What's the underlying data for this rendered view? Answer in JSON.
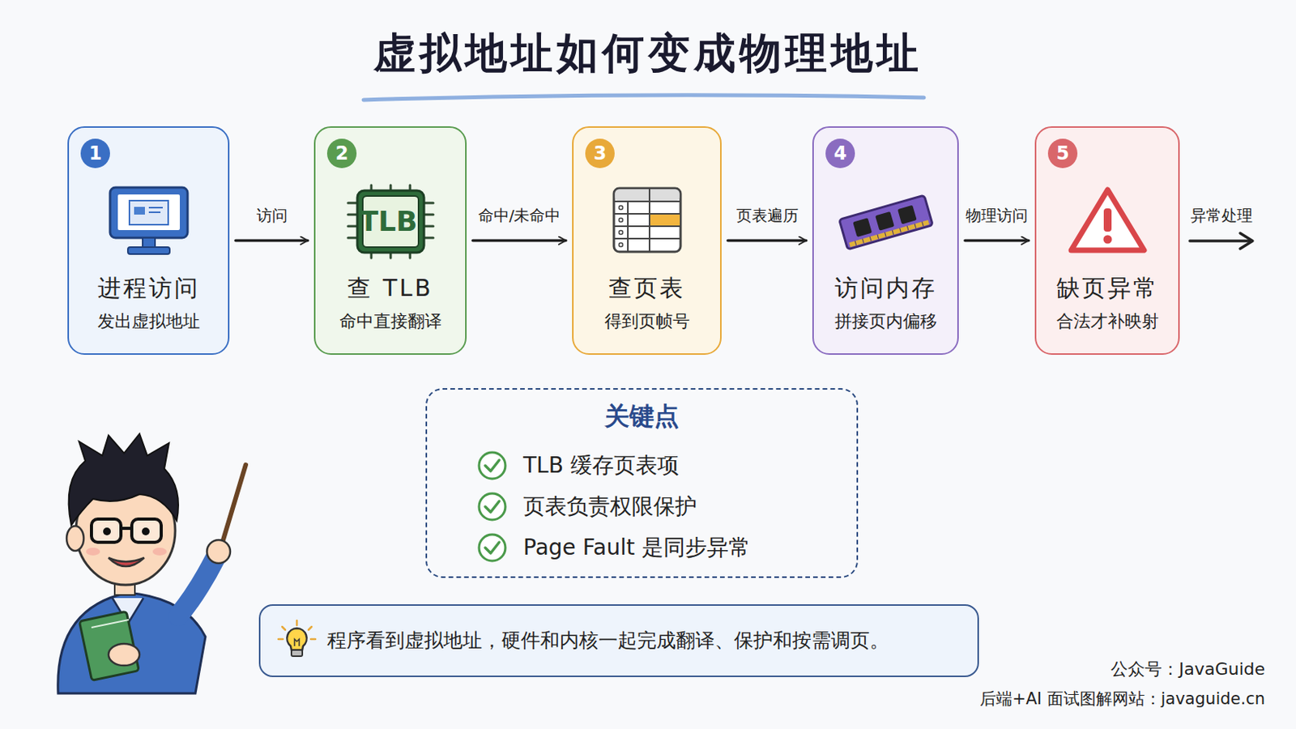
{
  "diagram": {
    "title": "虚拟地址如何变成物理地址",
    "nodes": [
      {
        "text": [
          "1",
          "进程访问",
          "发出虚拟地址"
        ]
      },
      {
        "text": [
          "2",
          "查 TLB",
          "命中直接翻译"
        ]
      },
      {
        "text": [
          "3",
          "查页表",
          "得到页帧号"
        ]
      },
      {
        "text": [
          "4",
          "访问内存",
          "拼接页内偏移"
        ]
      },
      {
        "text": [
          "5",
          "缺页异常",
          "合法才补映射"
        ]
      },
      {
        "text": [
          "关键点",
          "TLB 缓存页表项",
          "页表负责权限保护",
          "Page Fault 是同步异常"
        ]
      },
      {
        "text": [
          "程序看到虚拟地址，硬件和内核一起完成翻译、保护和按需调页。"
        ]
      }
    ],
    "edges": [
      {
        "from": 0,
        "to": 1,
        "label": "访问",
        "arrow": "to"
      },
      {
        "from": 1,
        "to": 2,
        "label": "命中/未命中",
        "arrow": "to"
      },
      {
        "from": 2,
        "to": 3,
        "label": "页表遍历",
        "arrow": "to"
      },
      {
        "from": 3,
        "to": 4,
        "label": "物理访问",
        "arrow": "to"
      }
    ],
    "labels": [
      "TLB",
      "异常处理",
      "公众号：JavaGuide",
      "后端+AI 面试图解网站：javaguide.cn"
    ]
  }
}
